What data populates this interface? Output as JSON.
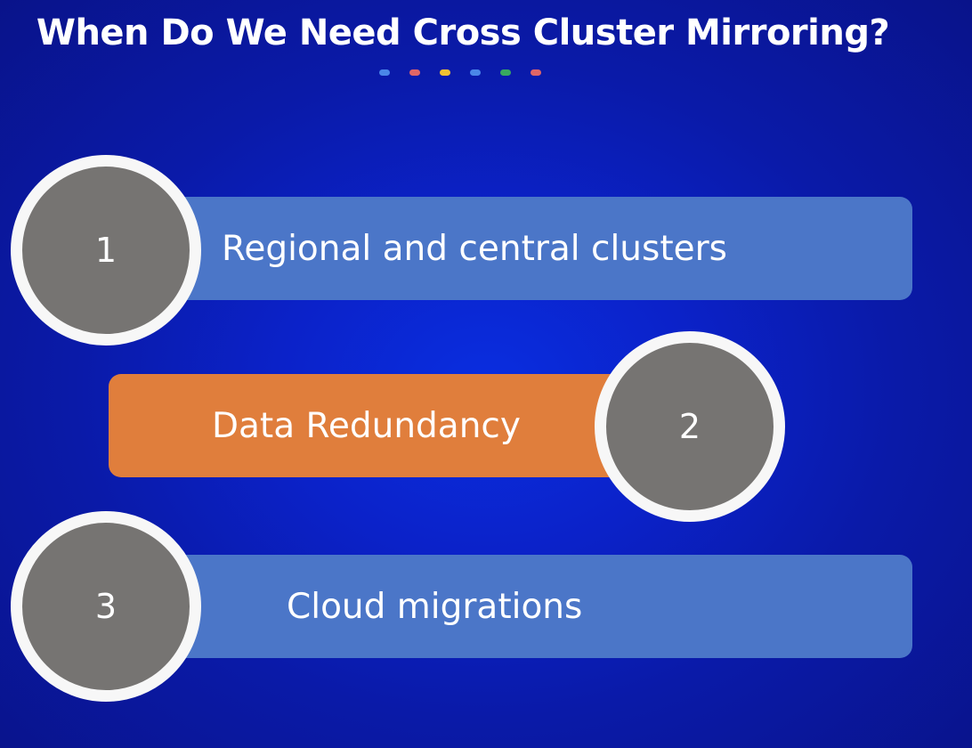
{
  "slide": {
    "title": "When Do We Need Cross Cluster Mirroring?",
    "dot_colors": [
      "#4a86e8",
      "#e06666",
      "#f1c232",
      "#4a86e8",
      "#38a860",
      "#e06666"
    ],
    "items": [
      {
        "number": "1",
        "label": "Regional and central clusters",
        "color": "#4b76c8"
      },
      {
        "number": "2",
        "label": "Data Redundancy",
        "color": "#e07e3c"
      },
      {
        "number": "3",
        "label": "Cloud migrations",
        "color": "#4b76c8"
      }
    ]
  }
}
